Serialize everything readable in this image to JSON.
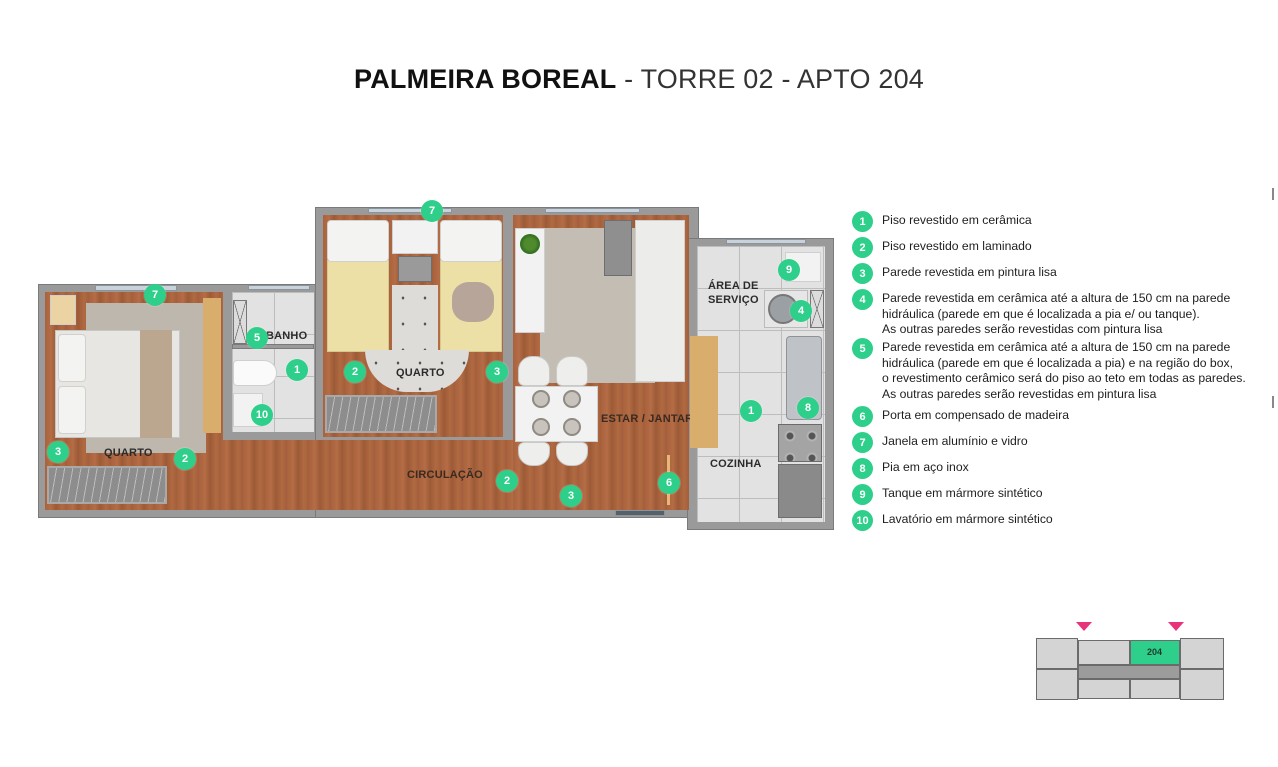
{
  "header": {
    "title_bold": "PALMEIRA BOREAL",
    "title_rest": " - TORRE 02 - APTO 204"
  },
  "colors": {
    "marker_green": "#2ecf8a",
    "keyplan_arrow": "#e8337a",
    "wood_floor": "#a8623d",
    "tile_floor": "#e2e2e2",
    "wall": "#9a9a9a"
  },
  "floorplan": {
    "rooms": [
      {
        "id": "quarto-1",
        "label": "QUARTO"
      },
      {
        "id": "banho",
        "label": "BANHO"
      },
      {
        "id": "quarto-2",
        "label": "QUARTO"
      },
      {
        "id": "estar-jantar",
        "label": "ESTAR / JANTAR"
      },
      {
        "id": "area-servico",
        "label_line1": "ÁREA DE",
        "label_line2": "SERVIÇO"
      },
      {
        "id": "cozinha",
        "label": "COZINHA"
      },
      {
        "id": "circulacao",
        "label": "CIRCULAÇÃO"
      }
    ],
    "markers": [
      {
        "n": "7"
      },
      {
        "n": "5"
      },
      {
        "n": "1"
      },
      {
        "n": "10"
      },
      {
        "n": "3"
      },
      {
        "n": "2"
      },
      {
        "n": "7"
      },
      {
        "n": "2"
      },
      {
        "n": "3"
      },
      {
        "n": "2"
      },
      {
        "n": "3"
      },
      {
        "n": "6"
      },
      {
        "n": "9"
      },
      {
        "n": "4"
      },
      {
        "n": "8"
      },
      {
        "n": "1"
      }
    ]
  },
  "legend": {
    "items": [
      {
        "n": "1",
        "lines": [
          "Piso revestido em cerâmica"
        ]
      },
      {
        "n": "2",
        "lines": [
          "Piso revestido em laminado"
        ]
      },
      {
        "n": "3",
        "lines": [
          "Parede revestida em pintura lisa"
        ]
      },
      {
        "n": "4",
        "lines": [
          "Parede revestida em cerâmica até a altura de 150 cm na parede",
          "hidráulica (parede em que é localizada a pia e/ ou tanque).",
          "As outras paredes serão revestidas com pintura lisa"
        ]
      },
      {
        "n": "5",
        "lines": [
          "Parede revestida em cerâmica até a altura de 150 cm na parede",
          "hidráulica (parede em que é localizada a pia) e na região do box,",
          "o revestimento cerâmico será do piso ao teto em todas as paredes.",
          "As outras paredes serão revestidas em pintura lisa"
        ]
      },
      {
        "n": "6",
        "lines": [
          "Porta em compensado de madeira"
        ]
      },
      {
        "n": "7",
        "lines": [
          "Janela em alumínio e vidro"
        ]
      },
      {
        "n": "8",
        "lines": [
          "Pia em aço inox"
        ]
      },
      {
        "n": "9",
        "lines": [
          "Tanque em mármore sintético"
        ]
      },
      {
        "n": "10",
        "lines": [
          "Lavatório em mármore sintético"
        ]
      }
    ]
  },
  "keyplan": {
    "active_unit_label": "204"
  }
}
